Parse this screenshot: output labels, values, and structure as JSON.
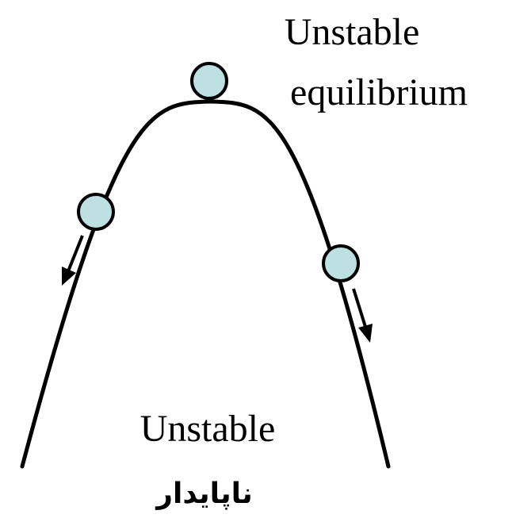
{
  "labels": {
    "top_line1": "Unstable",
    "top_line2": "equilibrium",
    "bottom": "Unstable",
    "bottom_fa": "ناپایدار"
  },
  "colors": {
    "curve": "#000000",
    "ball_fill": "#bde0e3",
    "ball_stroke": "#000000",
    "arrow": "#000000",
    "background": "#ffffff"
  }
}
